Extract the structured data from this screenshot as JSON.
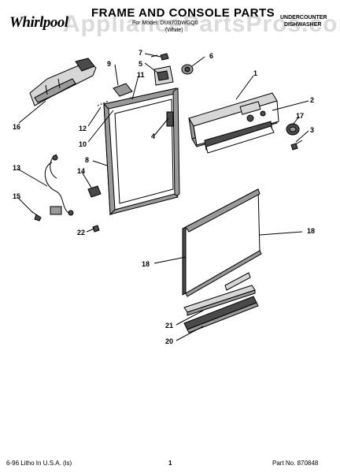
{
  "header": {
    "brand": "Whirlpool",
    "title": "FRAME AND CONSOLE PARTS",
    "model_line": "For Model: DU870DWGQ0",
    "model_color": "(White)",
    "product_type_line1": "UNDERCOUNTER",
    "product_type_line2": "DISHWASHER",
    "watermark": "AppliancePartsPros.com"
  },
  "callouts": {
    "c1": "1",
    "c2": "2",
    "c3": "3",
    "c4": "4",
    "c5": "5",
    "c6": "6",
    "c7": "7",
    "c8": "8",
    "c9": "9",
    "c10": "10",
    "c11": "11",
    "c12": "12",
    "c13": "13",
    "c14": "14",
    "c15": "15",
    "c16": "16",
    "c17": "17",
    "c18a": "18",
    "c18b": "18",
    "c20": "20",
    "c21": "21",
    "c22": "22"
  },
  "footer": {
    "print_info": "6-96 Litho In U.S.A. (ls)",
    "page_number": "1",
    "part_number": "Part No. 870848"
  },
  "colors": {
    "line": "#000000",
    "fill_dark": "#4a4a4a",
    "fill_mid": "#9a9a9a",
    "fill_light": "#d6d6d6"
  }
}
